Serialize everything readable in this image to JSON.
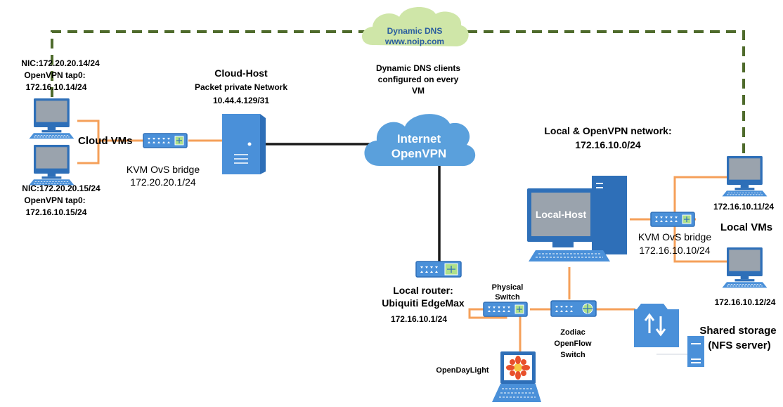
{
  "colors": {
    "link_orange": "#f5a05a",
    "link_black": "#1a1a1a",
    "dashed_green": "#4f6b2c",
    "device_blue": "#4a90d9",
    "device_dark": "#2e6fb8",
    "cloud_blue": "#5aa0dc",
    "cloud_green": "#cfe6a8",
    "dns_text": "#2a5d9e"
  },
  "dns": {
    "line1": "Dynamic DNS",
    "line2": "www.noip.com",
    "clients_line1": "Dynamic DNS clients",
    "clients_line2": "configured on every",
    "clients_line3": "VM"
  },
  "cloud_host": {
    "title": "Cloud-Host",
    "line2": "Packet private Network",
    "line3": "10.44.4.129/31"
  },
  "cloud_vm1": {
    "line1": "NIC:172.20.20.14/24",
    "line2": "OpenVPN tap0:",
    "line3": "172.16.10.14/24"
  },
  "cloud_vm2": {
    "line1": "NIC:172.20.20.15/24",
    "line2": "OpenVPN tap0:",
    "line3": "172.16.10.15/24"
  },
  "cloud_vms_label": "Cloud  VMs",
  "cloud_bridge": {
    "line1": "KVM OvS bridge",
    "line2": "172.20.20.1/24"
  },
  "internet": {
    "line1": "Internet",
    "line2": "OpenVPN"
  },
  "local_network": {
    "line1": "Local & OpenVPN network:",
    "line2": "172.16.10.0/24"
  },
  "local_host": {
    "label": "Local-Host"
  },
  "local_bridge": {
    "line1": "KVM  OvS bridge",
    "line2": "172.16.10.10/24"
  },
  "local_vm1": {
    "ip": "172.16.10.11/24"
  },
  "local_vm2": {
    "ip": "172.16.10.12/24"
  },
  "local_vms_label": "Local VMs",
  "router": {
    "line1": "Local router:",
    "line2": "Ubiquiti EdgeMax",
    "line3": "172.16.10.1/24"
  },
  "physical_switch": {
    "line1": "Physical",
    "line2": "Switch"
  },
  "zodiac": {
    "line1": "Zodiac",
    "line2": "OpenFlow",
    "line3": "Switch"
  },
  "storage": {
    "line1": "Shared storage",
    "line2": "(NFS server)"
  },
  "controller": {
    "label": "OpenDayLight"
  }
}
